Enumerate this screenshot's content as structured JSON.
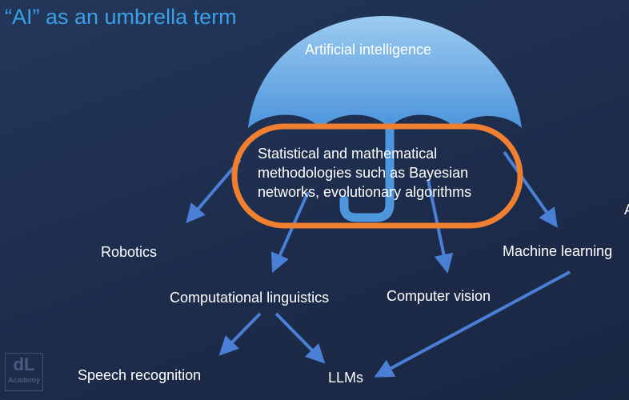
{
  "title": "“AI” as an umbrella term",
  "umbrella_label": "Artificial intelligence",
  "highlight_text": "Statistical and mathematical\nmethodologies such as Bayesian\nnetworks, evolutionary algorithms",
  "nodes": {
    "robotics": "Robotics",
    "comp_ling": "Computational linguistics",
    "cv": "Computer vision",
    "ml": "Machine learning",
    "speech": "Speech recognition",
    "llms": "LLMs",
    "cutoff": "A"
  },
  "logo": {
    "mark": "dL",
    "sub": "Academy"
  },
  "colors": {
    "arrow": "#4a7fd6",
    "highlight": "#f08030",
    "title": "#3aa0e8"
  }
}
